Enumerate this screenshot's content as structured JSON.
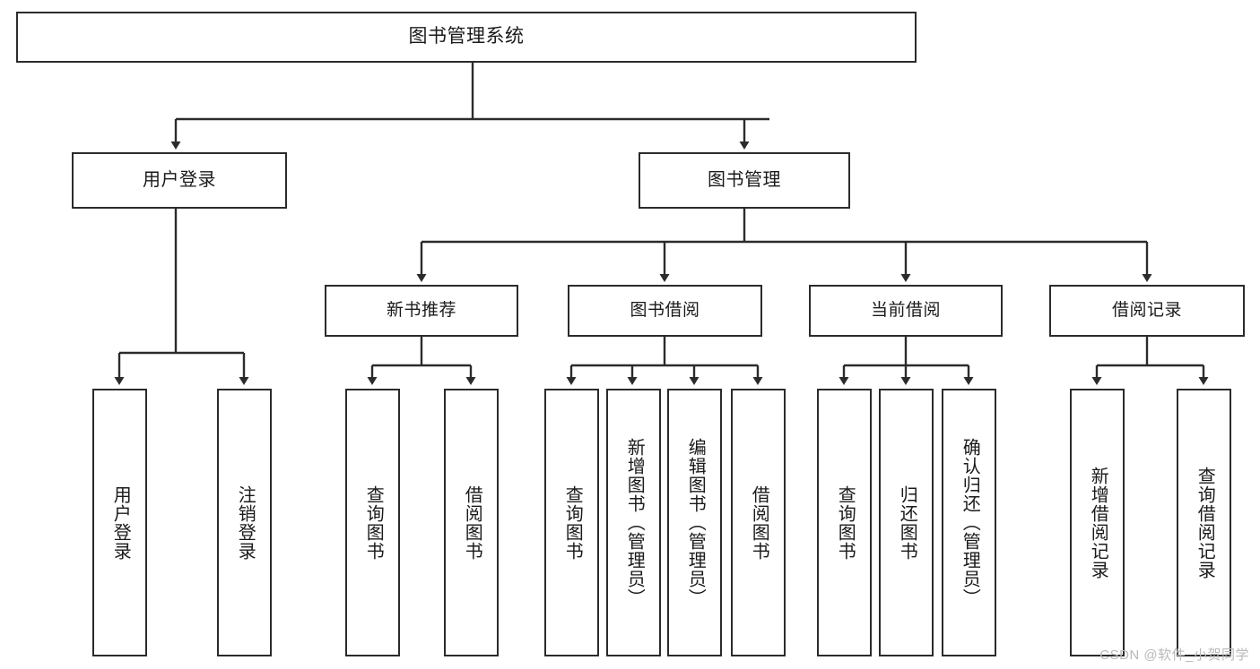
{
  "diagram": {
    "title_box": {
      "label": "图书管理系统"
    },
    "level2": [
      {
        "id": "user-login",
        "label": "用户登录"
      },
      {
        "id": "book-management",
        "label": "图书管理"
      }
    ],
    "level3": [
      {
        "id": "new-book-recommend",
        "label": "新书推荐"
      },
      {
        "id": "book-borrow",
        "label": "图书借阅"
      },
      {
        "id": "current-borrow",
        "label": "当前借阅"
      },
      {
        "id": "borrow-record",
        "label": "借阅记录"
      }
    ],
    "leaves": {
      "user_login": [
        {
          "id": "login",
          "label": "用户登录"
        },
        {
          "id": "logout",
          "label": "注销登录"
        }
      ],
      "new_book_recommend": [
        {
          "id": "query-book",
          "label": "查询图书"
        },
        {
          "id": "borrow-book",
          "label": "借阅图书"
        }
      ],
      "book_borrow": [
        {
          "id": "query-book",
          "label": "查询图书"
        },
        {
          "id": "add-book",
          "label": "新增图书（管理员）"
        },
        {
          "id": "edit-book",
          "label": "编辑图书（管理员）"
        },
        {
          "id": "borrow-book",
          "label": "借阅图书"
        }
      ],
      "current_borrow": [
        {
          "id": "query-book",
          "label": "查询图书"
        },
        {
          "id": "return-book",
          "label": "归还图书"
        },
        {
          "id": "confirm-return",
          "label": "确认归还（管理员）"
        }
      ],
      "borrow_record": [
        {
          "id": "add-record",
          "label": "新增借阅记录"
        },
        {
          "id": "query-record",
          "label": "查询借阅记录"
        }
      ]
    }
  },
  "watermark": {
    "text": "CSDN @软件_小贺同学"
  },
  "colors": {
    "line": "#2b2b2b",
    "box_border": "#2b2b2b",
    "background": "#ffffff",
    "text": "#1a1a1a",
    "watermark": "#b9b9b9"
  }
}
